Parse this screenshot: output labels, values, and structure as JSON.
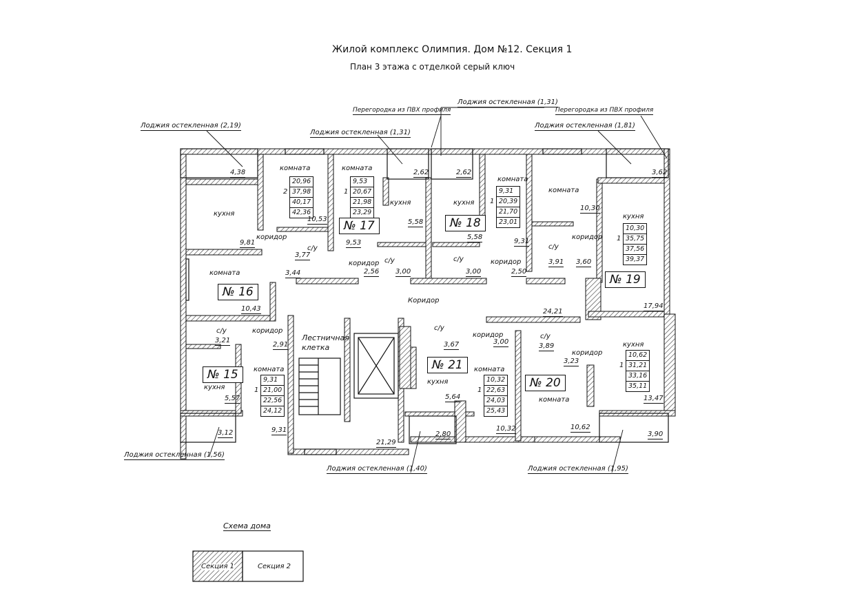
{
  "title": "Жилой комплекс Олимпия. Дом №12. Секция 1",
  "subtitle": "План 3 этажа с отделкой серый ключ",
  "callouts": {
    "loggia_219": "Лоджия остекленная (2,19)",
    "loggia_131a": "Лоджия остекленная (1,31)",
    "partition_a": "Перегородка из ПВХ профиля",
    "loggia_131b": "Лоджия остекленная (1,31)",
    "partition_b": "Перегородка из ПВХ профиля",
    "loggia_181": "Лоджия остекленная (1,81)",
    "loggia_156": "Лоджия остекленная (1,56)",
    "loggia_140": "Лоджия остекленная (1,40)",
    "loggia_195": "Лоджия остекленная (1,95)"
  },
  "apartments": [
    {
      "number": "№ 16",
      "rooms": "2",
      "areas": [
        "20,96",
        "37,98",
        "40,17",
        "42,36"
      ]
    },
    {
      "number": "№ 17",
      "rooms": "1",
      "areas": [
        "9,53",
        "20,67",
        "21,98",
        "23,29"
      ]
    },
    {
      "number": "№ 18",
      "rooms": "1",
      "areas": [
        "9,31",
        "20,39",
        "21,70",
        "23,01"
      ]
    },
    {
      "number": "№ 19",
      "rooms": "1",
      "areas": [
        "10,30",
        "35,75",
        "37,56",
        "39,37"
      ]
    },
    {
      "number": "№ 15",
      "rooms": "1",
      "areas": [
        "9,31",
        "21,00",
        "22,56",
        "24,12"
      ]
    },
    {
      "number": "№ 21",
      "rooms": "1",
      "areas": [
        "10,32",
        "22,63",
        "24,03",
        "25,43"
      ]
    },
    {
      "number": "№ 20",
      "rooms": "1",
      "areas": [
        "10,62",
        "31,21",
        "33,16",
        "35,11"
      ]
    }
  ],
  "room_labels": {
    "komnata": "комната",
    "kukhnya": "кухня",
    "koridor": "коридор",
    "koridor_cap": "Коридор",
    "su": "с/у",
    "stair": "Лестничная клетка"
  },
  "values": {
    "v438": "4,38",
    "v262a": "2,62",
    "v262b": "2,62",
    "v362": "3,62",
    "v981": "9,81",
    "v1053": "10,53",
    "v953": "9,53",
    "v558a": "5,58",
    "v558b": "5,58",
    "v931a": "9,31",
    "v1030": "10,30",
    "v377": "3,77",
    "v344": "3,44",
    "v256": "2,56",
    "v300a": "3,00",
    "v300b": "3,00",
    "v250": "2,50",
    "v391": "3,91",
    "v360": "3,60",
    "v1043": "10,43",
    "v2421": "24,21",
    "v1794": "17,94",
    "v321": "3,21",
    "v291": "2,91",
    "v367": "3,67",
    "v300c": "3,00",
    "v389": "3,89",
    "v323": "3,23",
    "v557": "5,57",
    "v564": "5,64",
    "v1347": "13,47",
    "v312": "3,12",
    "v931b": "9,31",
    "v2129": "21,29",
    "v280": "2,80",
    "v1032": "10,32",
    "v1062": "10,62",
    "v390": "3,90"
  },
  "scheme": {
    "title": "Схема дома",
    "section1": "Секция 1",
    "section2": "Секция 2"
  },
  "colors": {
    "line": "#111111",
    "hatch": "#555555"
  }
}
